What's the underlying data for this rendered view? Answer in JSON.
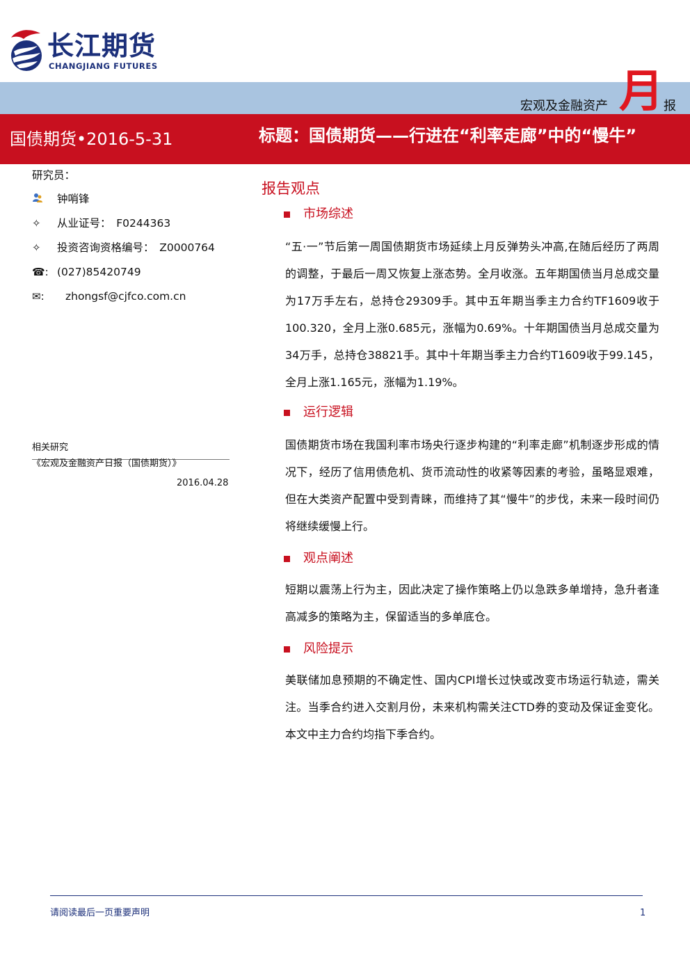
{
  "brand": {
    "name_cn": "长江期货",
    "name_en": "CHANGJIANG FUTURES",
    "primary_color": "#1b2f7a",
    "accent_color": "#c8101f"
  },
  "header": {
    "category": "宏观及金融资产",
    "period": "月",
    "report_suffix": "报",
    "left_title": "国债期货•2016-5-31",
    "main_title": "标题：国债期货——行进在“利率走廊”中的“慢牛”"
  },
  "researcher": {
    "label": "研究员：",
    "name": "钟哨锋",
    "license": "从业证号：　F0244363",
    "advisory": "投资咨询资格编号：　Z0000764",
    "phone": "(027)85420749",
    "email": "zhongsf@cjfco.com.cn"
  },
  "related": {
    "label": "相关研究",
    "title": "《宏观及金融资产日报（国债期货）》",
    "date": "2016.04.28"
  },
  "report": {
    "heading": "报告观点",
    "sections": [
      {
        "title": "市场综述",
        "body": "“五·一”节后第一周国债期货市场延续上月反弹势头冲高,在随后经历了两周的调整，于最后一周又恢复上涨态势。全月收涨。五年期国债当月总成交量为17万手左右，总持仓29309手。其中五年期当季主力合约TF1609收于100.320，全月上涨0.685元，涨幅为0.69%。十年期国债当月总成交量为34万手，总持仓38821手。其中十年期当季主力合约T1609收于99.145，全月上涨1.165元，涨幅为1.19%。"
      },
      {
        "title": "运行逻辑",
        "body": "国债期货市场在我国利率市场央行逐步构建的“利率走廊”机制逐步形成的情况下，经历了信用债危机、货币流动性的收紧等因素的考验，虽略显艰难，但在大类资产配置中受到青睐，而维持了其“慢牛”的步伐，未来一段时间仍将继续缓慢上行。"
      },
      {
        "title": "观点阐述",
        "body": "短期以震荡上行为主，因此决定了操作策略上仍以急跌多单增持，急升者逢高减多的策略为主，保留适当的多单底仓。"
      },
      {
        "title": "风险提示",
        "body": "美联储加息预期的不确定性、国内CPI增长过快或改变市场运行轨迹，需关注。当季合约进入交割月份，未来机构需关注CTD券的变动及保证金变化。本文中主力合约均指下季合约。"
      }
    ]
  },
  "footer": {
    "notice": "请阅读最后一页重要声明",
    "page": "1"
  }
}
